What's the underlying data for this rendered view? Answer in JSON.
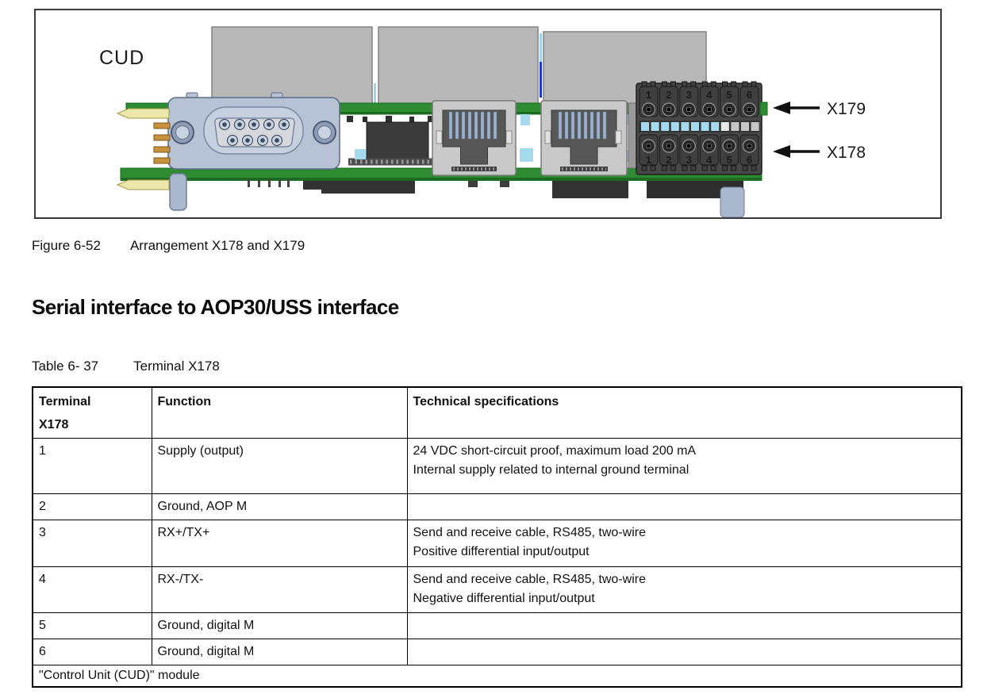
{
  "colors": {
    "pcb_green": "#2e8b32",
    "pcb_green_dark": "#1d6b22",
    "module_gray": "#b8b8b8",
    "dsub_blue": "#b7c2d4",
    "rj45_gray": "#c9c9c9",
    "block_dark": "#474747",
    "cell_blue": "#a5d9ee",
    "accent_blue_light": "#9fd4ec",
    "accent_blue_dark": "#2438c8",
    "pin_yellow": "#ece7ab",
    "pin_tan": "#c8913f"
  },
  "figure": {
    "board_label": "CUD",
    "callouts": [
      {
        "label": "X179"
      },
      {
        "label": "X178"
      }
    ],
    "terminal_numbers_top": [
      "1",
      "2",
      "3",
      "4",
      "5",
      "6"
    ],
    "terminal_numbers_bottom": [
      "1",
      "2",
      "3",
      "4",
      "5",
      "6"
    ],
    "caption_label": "Figure 6-52",
    "caption_text": "Arrangement X178 and X179"
  },
  "section_heading": "Serial interface to AOP30/USS interface",
  "table": {
    "caption_label": "Table 6- 37",
    "caption_text": "Terminal X178",
    "header": {
      "col1_line1": "Terminal",
      "col1_line2": "X178",
      "col2": "Function",
      "col3": "Technical specifications"
    },
    "rows": [
      {
        "terminal": "1",
        "function": "Supply (output)",
        "spec": [
          "24 VDC short-circuit proof, maximum load 200 mA",
          "Internal supply related to internal ground terminal"
        ]
      },
      {
        "terminal": "2",
        "function": "Ground, AOP M",
        "spec": []
      },
      {
        "terminal": "3",
        "function": "RX+/TX+",
        "spec": [
          "Send and receive cable, RS485, two-wire",
          "Positive differential input/output"
        ]
      },
      {
        "terminal": "4",
        "function": "RX-/TX-",
        "spec": [
          "Send and receive cable, RS485, two-wire",
          "Negative differential input/output"
        ]
      },
      {
        "terminal": "5",
        "function": "Ground, digital M",
        "spec": []
      },
      {
        "terminal": "6",
        "function": "Ground, digital M",
        "spec": []
      }
    ],
    "footer": "\"Control Unit (CUD)\" module"
  }
}
